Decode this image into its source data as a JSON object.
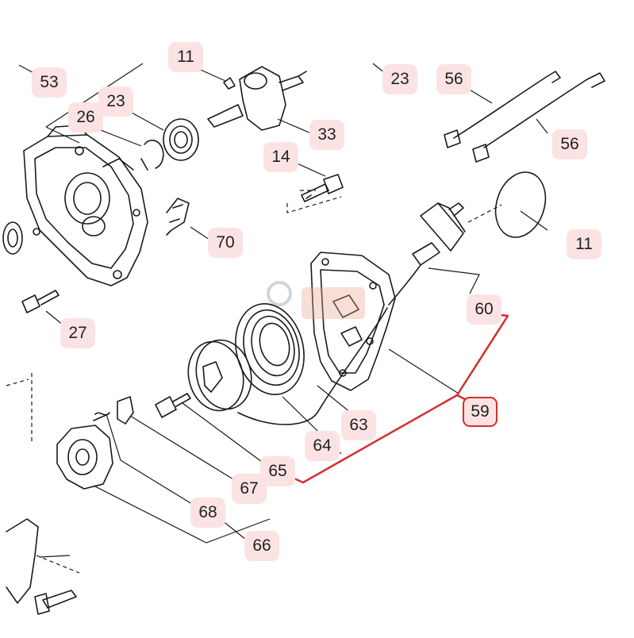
{
  "diagram": {
    "highlight_color": "#d32f2f",
    "label_bg_color": "#fbe3e3",
    "selected_label": "59",
    "labels": {
      "l53": "53",
      "l11top": "11",
      "l23top": "23",
      "l56a": "56",
      "l56b": "56",
      "l23": "23",
      "l26": "26",
      "l33": "33",
      "l14": "14",
      "l70": "70",
      "l11": "11",
      "l60": "60",
      "l27": "27",
      "l59": "59",
      "l63": "63",
      "l64": "64",
      "l65": "65",
      "l67": "67",
      "l68": "68",
      "l66": "66"
    }
  }
}
